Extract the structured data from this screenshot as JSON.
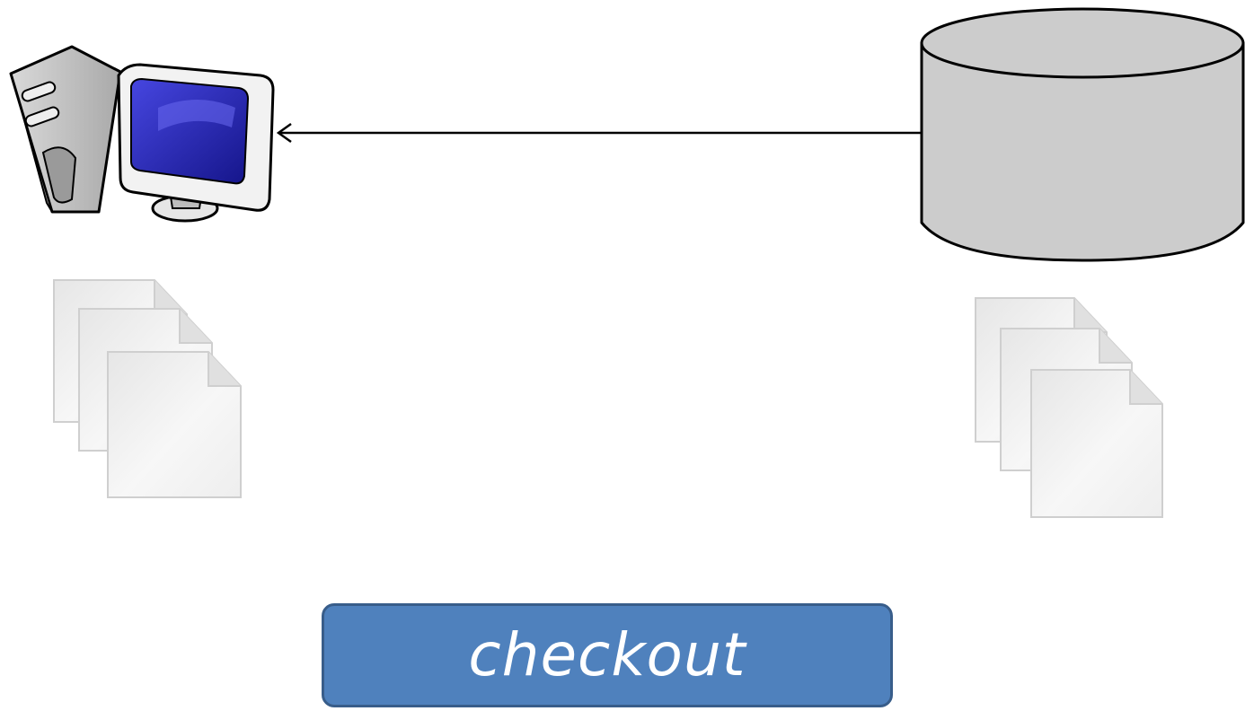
{
  "diagram": {
    "nodes": [
      {
        "id": "computer",
        "icon": "desktop-computer-icon"
      },
      {
        "id": "repository",
        "icon": "database-cylinder-icon"
      },
      {
        "id": "local-files",
        "icon": "document-stack-icon"
      },
      {
        "id": "repository-files",
        "icon": "document-stack-icon"
      }
    ],
    "edges": [
      {
        "from": "repository",
        "to": "computer",
        "style": "open-arrow"
      }
    ],
    "action": {
      "label": "checkout"
    }
  },
  "colors": {
    "action_fill": "#4f81bd",
    "action_border": "#385d8a",
    "database_fill": "#cccccc",
    "monitor_screen": "#2f2fb8",
    "page_fill": "#f2f2f2"
  }
}
